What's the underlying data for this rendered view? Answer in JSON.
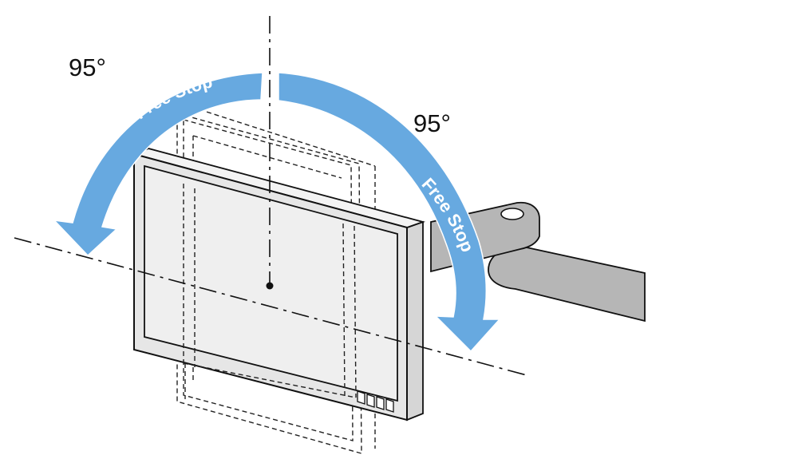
{
  "labels": {
    "left_angle": "95°",
    "right_angle": "95°",
    "left_arrow_text": "Free Stop",
    "right_arrow_text": "Free Stop"
  },
  "colors": {
    "arrow": "#67a9e0",
    "arm": "#b6b6b6",
    "monitor_body": "#e6e6e6",
    "screen": "#efefef"
  }
}
